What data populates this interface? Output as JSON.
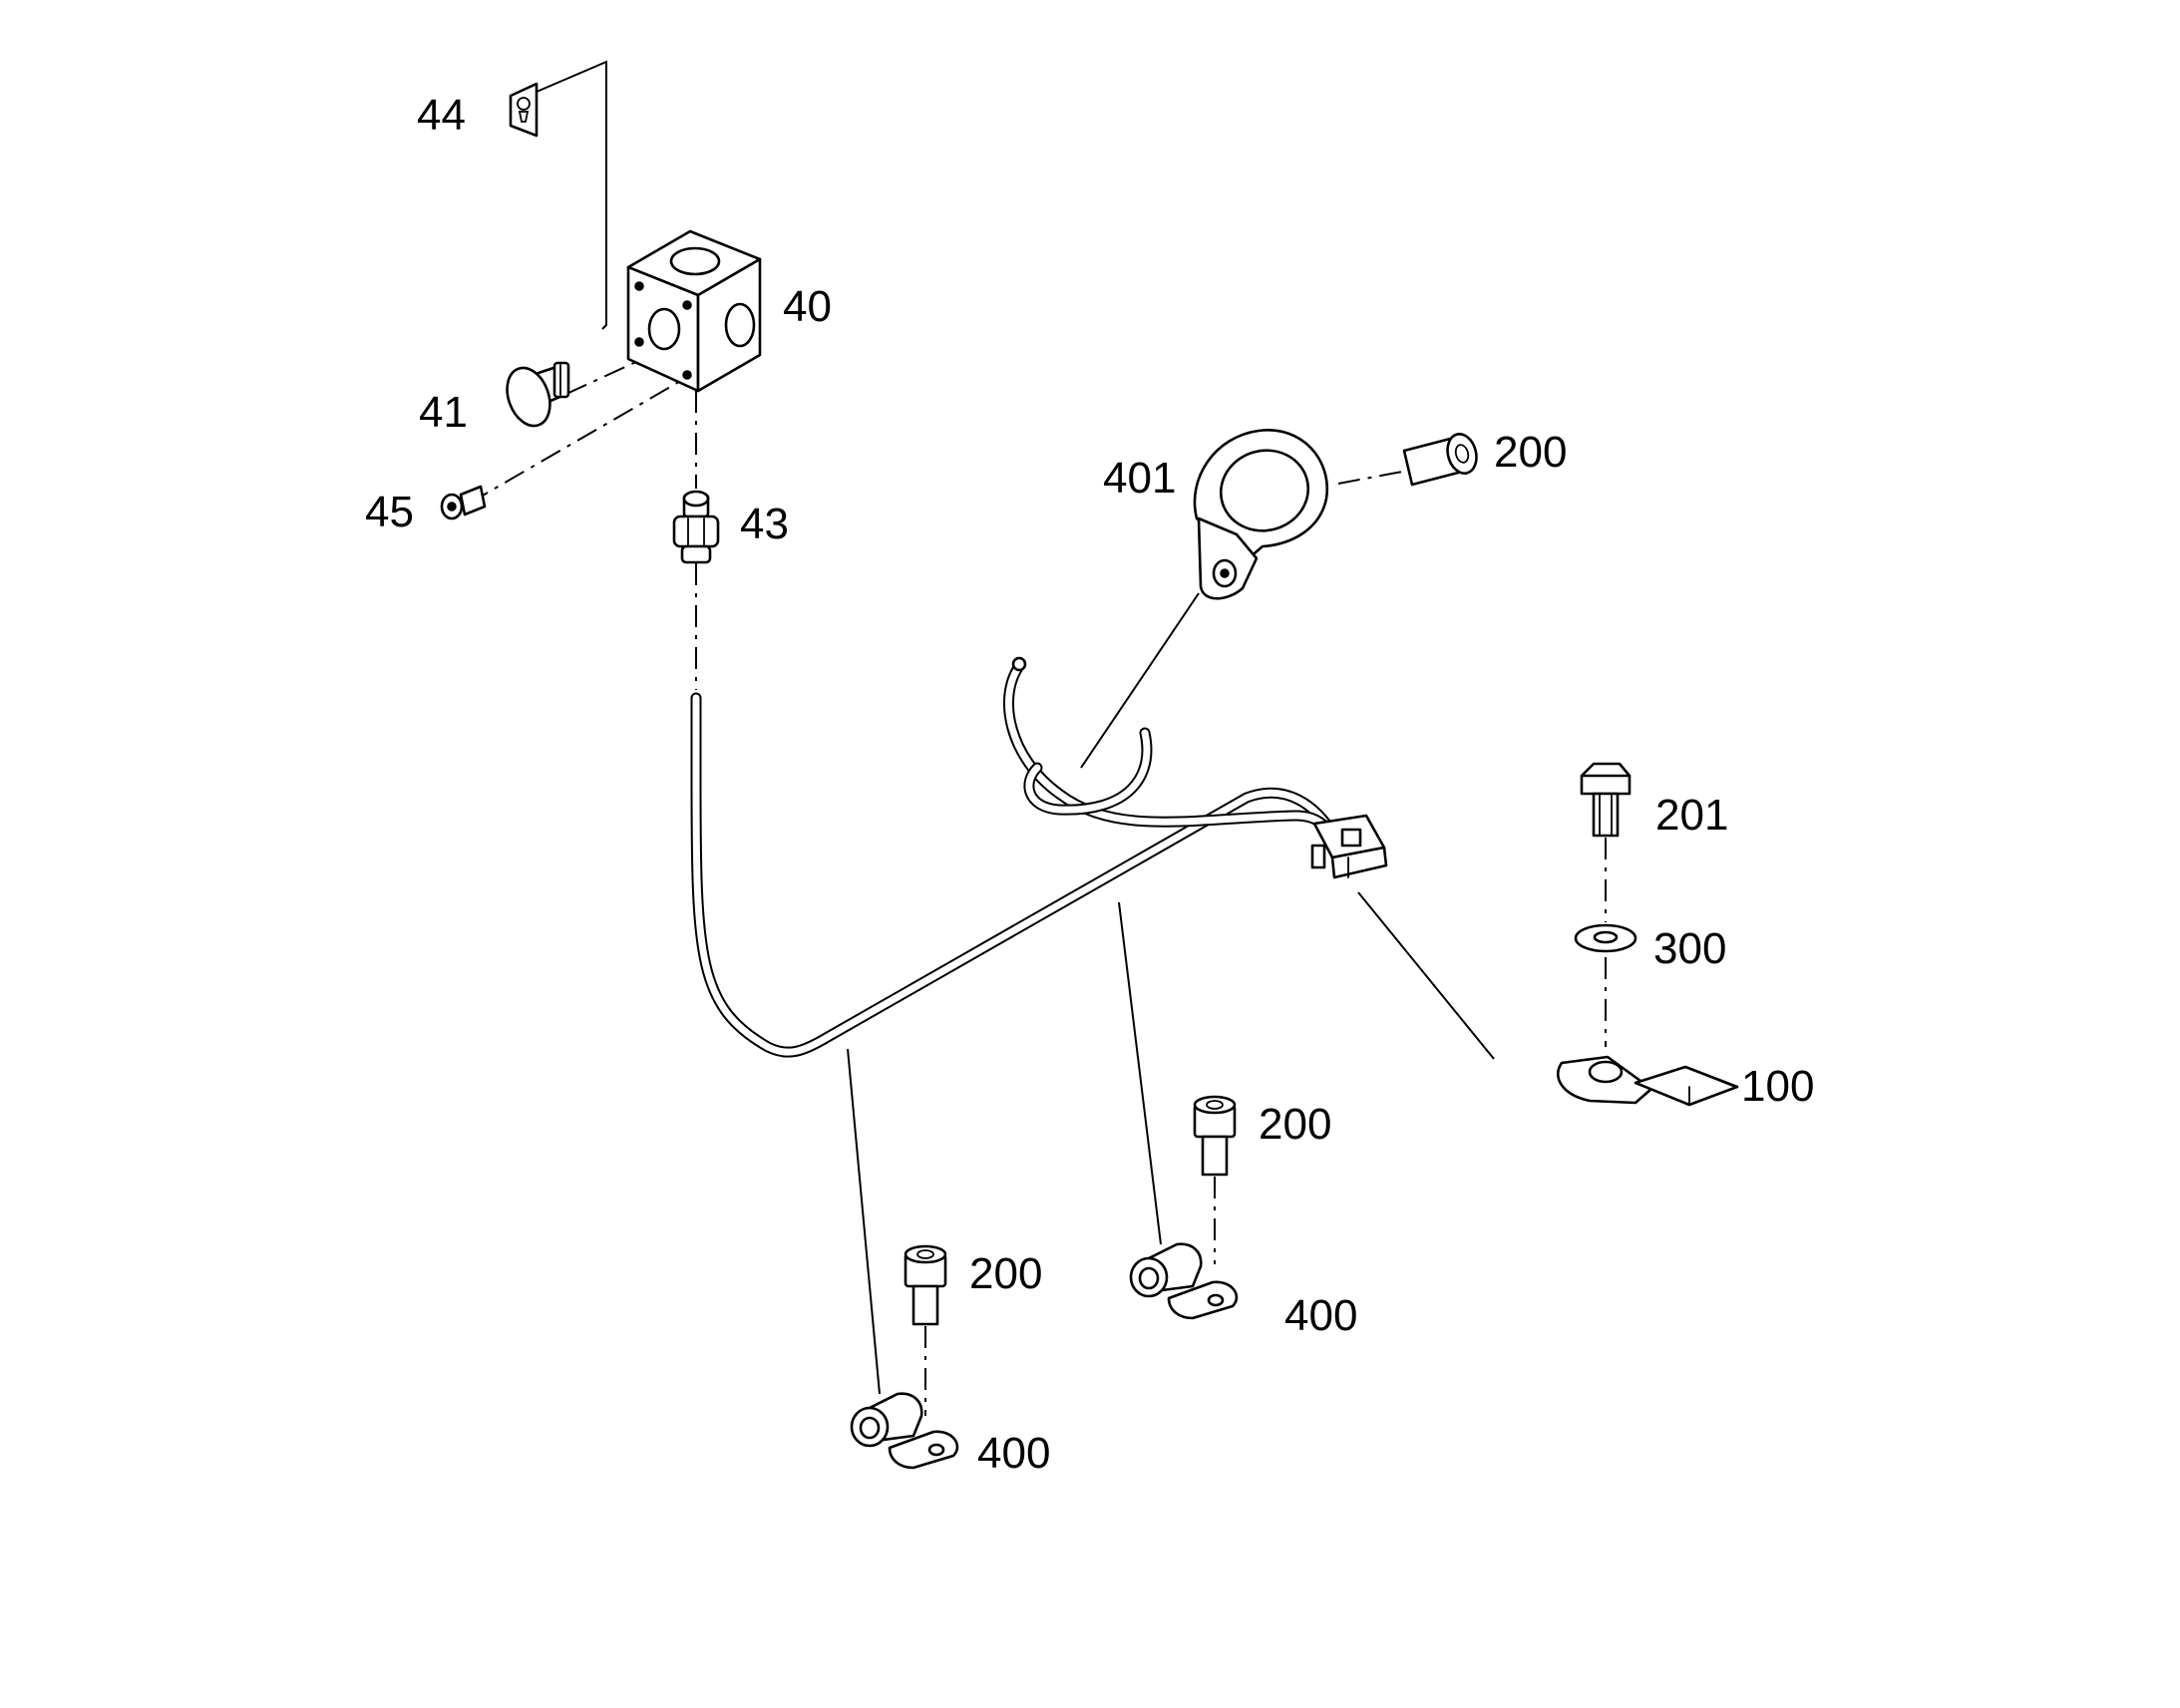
{
  "callouts": {
    "c44": "44",
    "c40": "40",
    "c41": "41",
    "c45": "45",
    "c43": "43",
    "c401": "401",
    "c200_top": "200",
    "c201": "201",
    "c300": "300",
    "c100": "100",
    "c200_mid": "200",
    "c400_mid": "400",
    "c200_low": "200",
    "c400_low": "400"
  }
}
